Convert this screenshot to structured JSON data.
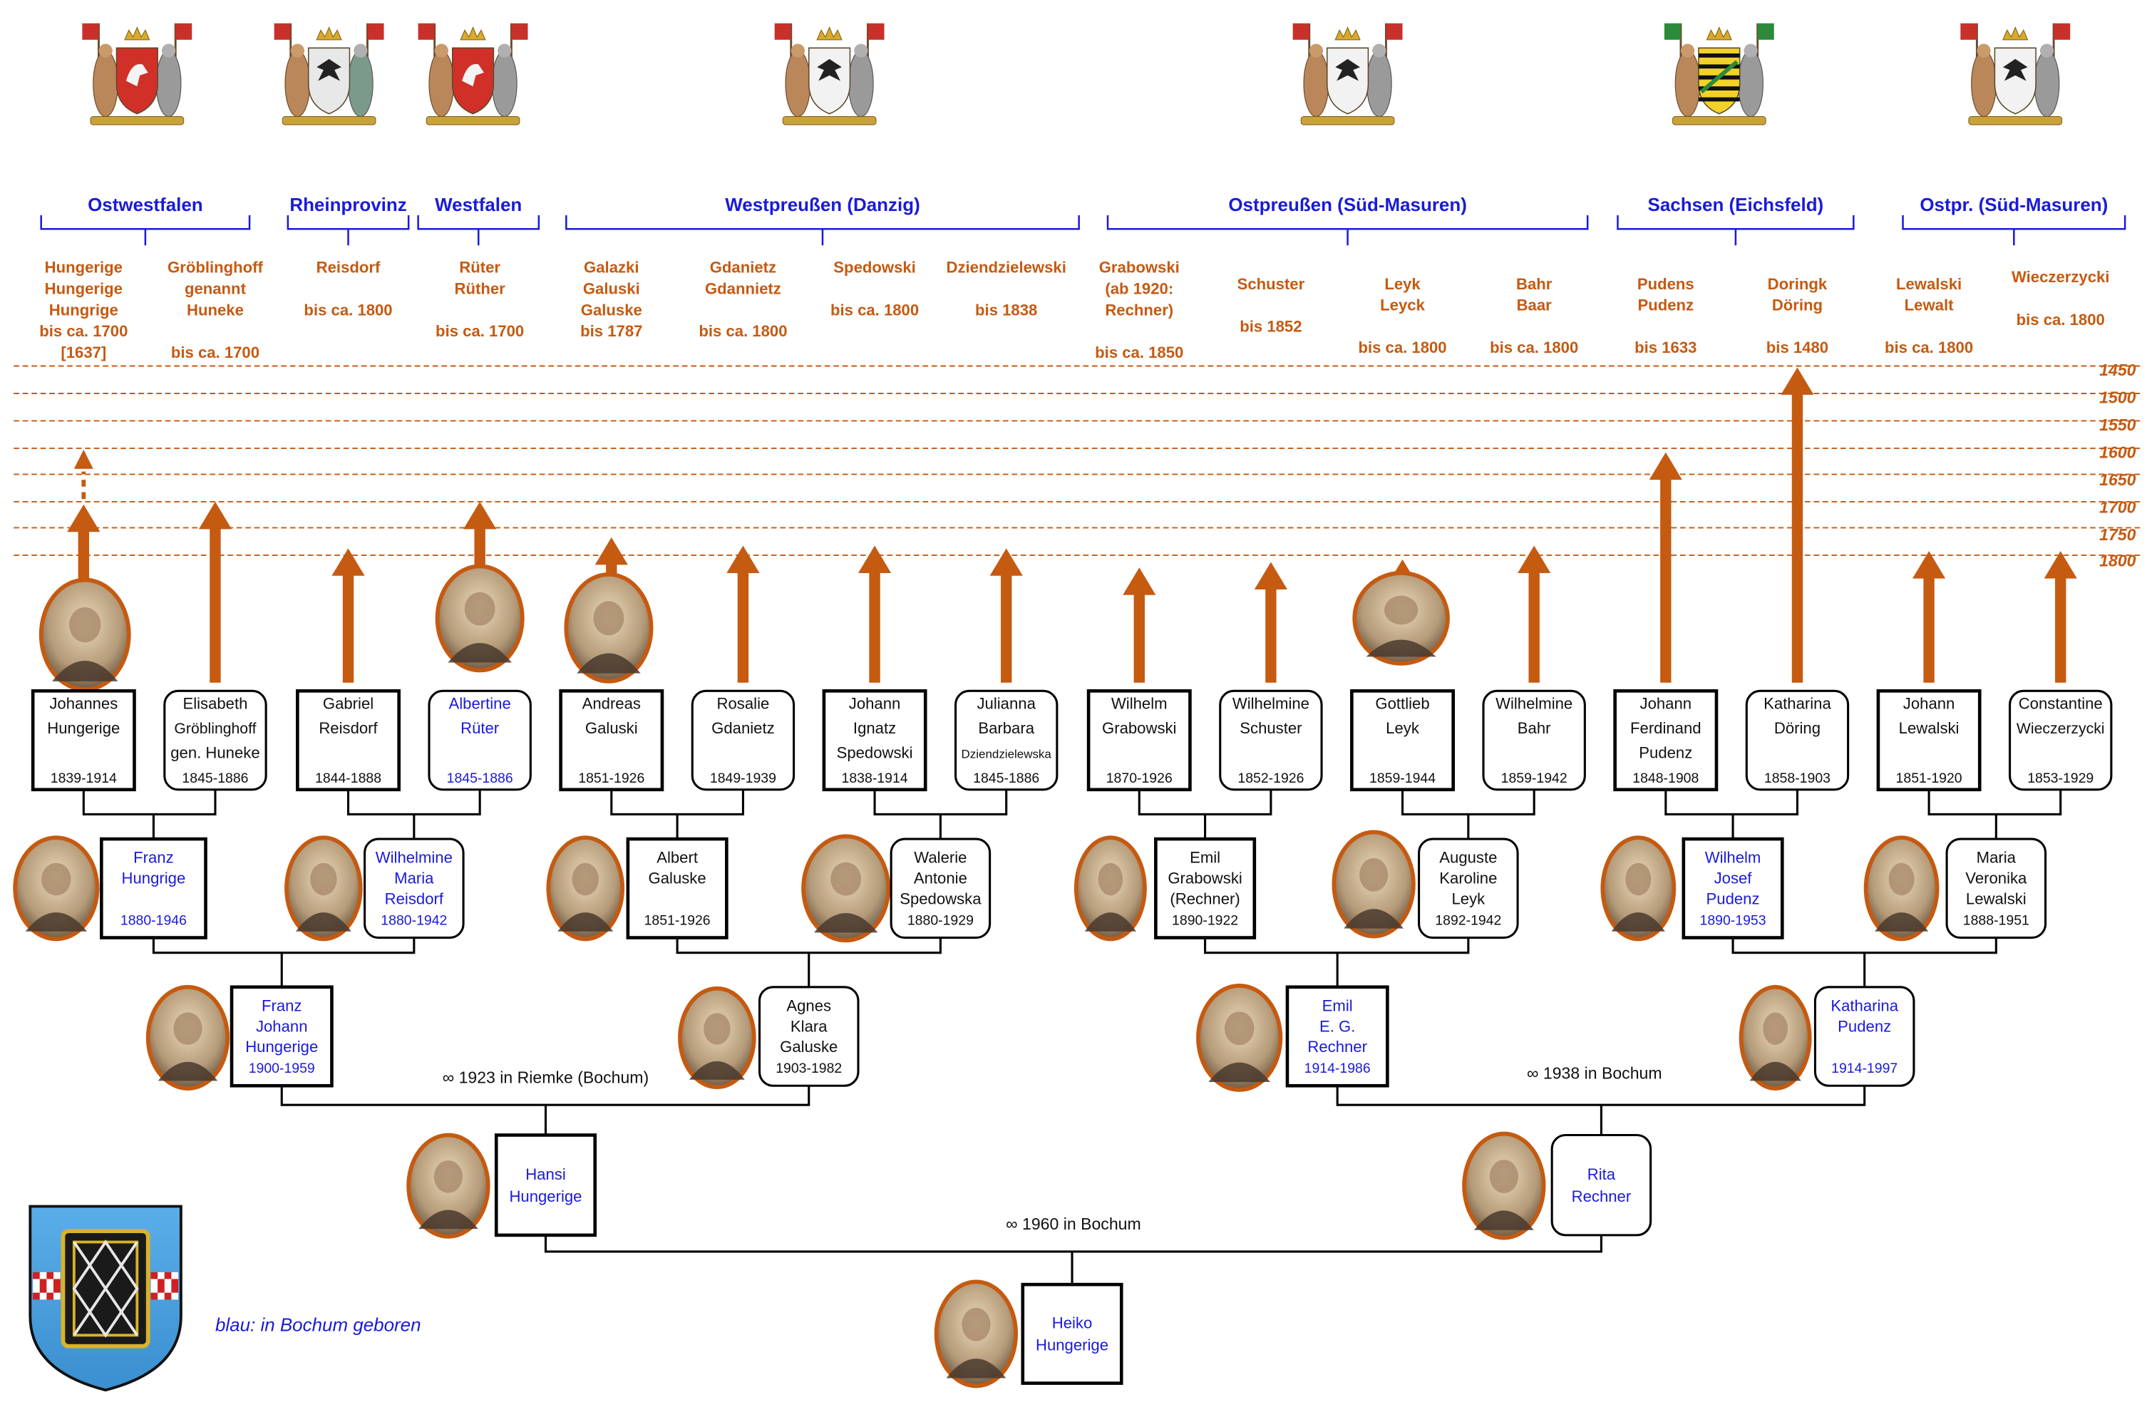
{
  "regions": [
    {
      "name": "Ostwestfalen"
    },
    {
      "name": "Rheinprovinz"
    },
    {
      "name": "Westfalen"
    },
    {
      "name": "Westpreußen (Danzig)"
    },
    {
      "name": "Ostpreußen (Süd-Masuren)"
    },
    {
      "name": "Sachsen (Eichsfeld)"
    },
    {
      "name": "Ostpr. (Süd-Masuren)"
    }
  ],
  "surnames": [
    {
      "lines": [
        "Hungerige",
        "Hungerige",
        "Hungrige",
        "bis ca. 1700",
        "[1637]"
      ]
    },
    {
      "lines": [
        "Gröblinghoff",
        "genannt",
        "Huneke",
        "",
        "bis ca. 1700"
      ]
    },
    {
      "lines": [
        "Reisdorf",
        "",
        "bis ca. 1800"
      ]
    },
    {
      "lines": [
        "Rüter",
        "Rüther",
        "",
        "bis ca. 1700"
      ]
    },
    {
      "lines": [
        "Galazki",
        "Galuski",
        "Galuske",
        "bis 1787"
      ]
    },
    {
      "lines": [
        "Gdanietz",
        "Gdannietz",
        "",
        "bis ca. 1800"
      ]
    },
    {
      "lines": [
        "Spedowski",
        "",
        "bis ca. 1800"
      ]
    },
    {
      "lines": [
        "Dziendzielewski",
        "",
        "bis 1838"
      ]
    },
    {
      "lines": [
        "Grabowski",
        "(ab 1920:",
        "Rechner)",
        "",
        "bis ca. 1850"
      ]
    },
    {
      "lines": [
        "Schuster",
        "",
        "bis 1852"
      ]
    },
    {
      "lines": [
        "Leyk",
        "Leyck",
        "",
        "bis ca. 1800"
      ]
    },
    {
      "lines": [
        "Bahr",
        "Baar",
        "",
        "bis ca. 1800"
      ]
    },
    {
      "lines": [
        "Pudens",
        "Pudenz",
        "",
        "bis 1633"
      ]
    },
    {
      "lines": [
        "Doringk",
        "Döring",
        "",
        "bis 1480"
      ]
    },
    {
      "lines": [
        "Lewalski",
        "Lewalt",
        "",
        "bis ca. 1800"
      ]
    },
    {
      "lines": [
        "Wieczerzycki",
        "",
        "bis ca. 1800"
      ]
    }
  ],
  "years": [
    "1450",
    "1500",
    "1550",
    "1600",
    "1650",
    "1700",
    "1750",
    "1800"
  ],
  "gen4": [
    {
      "lines": [
        "Johannes",
        "Hungerige",
        "",
        "1839-1914"
      ],
      "blue": false,
      "male": true
    },
    {
      "lines": [
        "Elisabeth",
        "Gröblinghoff",
        "gen. Huneke",
        "1845-1886"
      ],
      "blue": false,
      "male": false
    },
    {
      "lines": [
        "Gabriel",
        "Reisdorf",
        "",
        "1844-1888"
      ],
      "blue": false,
      "male": true
    },
    {
      "lines": [
        "Albertine",
        "Rüter",
        "",
        "1845-1886"
      ],
      "blue": true,
      "male": false
    },
    {
      "lines": [
        "Andreas",
        "Galuski",
        "",
        "1851-1926"
      ],
      "blue": false,
      "male": true
    },
    {
      "lines": [
        "Rosalie",
        "Gdanietz",
        "",
        "1849-1939"
      ],
      "blue": false,
      "male": false
    },
    {
      "lines": [
        "Johann",
        "Ignatz",
        "Spedowski",
        "1838-1914"
      ],
      "blue": false,
      "male": true
    },
    {
      "lines": [
        "Julianna",
        "Barbara",
        "Dziendzielewska",
        "1845-1886"
      ],
      "blue": false,
      "male": false
    },
    {
      "lines": [
        "Wilhelm",
        "Grabowski",
        "",
        "1870-1926"
      ],
      "blue": false,
      "male": true
    },
    {
      "lines": [
        "Wilhelmine",
        "Schuster",
        "",
        "1852-1926"
      ],
      "blue": false,
      "male": false
    },
    {
      "lines": [
        "Gottlieb",
        "Leyk",
        "",
        "1859-1944"
      ],
      "blue": false,
      "male": true
    },
    {
      "lines": [
        "Wilhelmine",
        "Bahr",
        "",
        "1859-1942"
      ],
      "blue": false,
      "male": false
    },
    {
      "lines": [
        "Johann",
        "Ferdinand",
        "Pudenz",
        "1848-1908"
      ],
      "blue": false,
      "male": true
    },
    {
      "lines": [
        "Katharina",
        "Döring",
        "",
        "1858-1903"
      ],
      "blue": false,
      "male": false
    },
    {
      "lines": [
        "Johann",
        "Lewalski",
        "",
        "1851-1920"
      ],
      "blue": false,
      "male": true
    },
    {
      "lines": [
        "Constantine",
        "Wieczerzycki",
        "",
        "1853-1929"
      ],
      "blue": false,
      "male": false
    }
  ],
  "gen3": [
    {
      "lines": [
        "Franz",
        "Hungrige",
        "",
        "1880-1946"
      ],
      "blue": true,
      "male": true
    },
    {
      "lines": [
        "Wilhelmine",
        "Maria",
        "Reisdorf",
        "1880-1942"
      ],
      "blue": true,
      "male": false
    },
    {
      "lines": [
        "Albert",
        "Galuske",
        "",
        "1851-1926"
      ],
      "blue": false,
      "male": true
    },
    {
      "lines": [
        "Walerie",
        "Antonie",
        "Spedowska",
        "1880-1929"
      ],
      "blue": false,
      "male": false
    },
    {
      "lines": [
        "Emil",
        "Grabowski",
        "(Rechner)",
        "1890-1922"
      ],
      "blue": false,
      "male": true
    },
    {
      "lines": [
        "Auguste",
        "Karoline",
        "Leyk",
        "1892-1942"
      ],
      "blue": false,
      "male": false
    },
    {
      "lines": [
        "Wilhelm",
        "Josef",
        "Pudenz",
        "1890-1953"
      ],
      "blue": true,
      "male": true
    },
    {
      "lines": [
        "Maria",
        "Veronika",
        "Lewalski",
        "1888-1951"
      ],
      "blue": false,
      "male": false
    }
  ],
  "gen2": [
    {
      "lines": [
        "Franz",
        "Johann",
        "Hungerige",
        "1900-1959"
      ],
      "blue": true,
      "male": true
    },
    {
      "lines": [
        "Agnes",
        "Klara",
        "Galuske",
        "1903-1982"
      ],
      "blue": false,
      "male": false
    },
    {
      "lines": [
        "Emil",
        "E. G.",
        "Rechner",
        "1914-1986"
      ],
      "blue": true,
      "male": true
    },
    {
      "lines": [
        "Katharina",
        "Pudenz",
        "",
        "1914-1997"
      ],
      "blue": true,
      "male": false
    }
  ],
  "gen1": [
    {
      "lines": [
        "Hansi",
        "Hungerige"
      ],
      "blue": true,
      "male": true
    },
    {
      "lines": [
        "Rita",
        "Rechner"
      ],
      "blue": true,
      "male": false
    }
  ],
  "gen0": {
    "lines": [
      "Heiko",
      "Hungerige"
    ],
    "blue": true,
    "male": true
  },
  "marriages": [
    "∞ 1923 in Riemke (Bochum)",
    "∞ 1938 in Bochum",
    "∞ 1960 in Bochum"
  ],
  "legend": "blau: in Bochum geboren",
  "colors": {
    "region": "#1a1adc",
    "surname": "#c55a11",
    "arrow": "#c55a11",
    "blue": "#1a1adc",
    "black": "#111111",
    "frame": "#c55a11"
  },
  "icons": [
    "coat-of-arms-icon",
    "bochum-coat-of-arms-icon",
    "portrait-photo-icon"
  ]
}
